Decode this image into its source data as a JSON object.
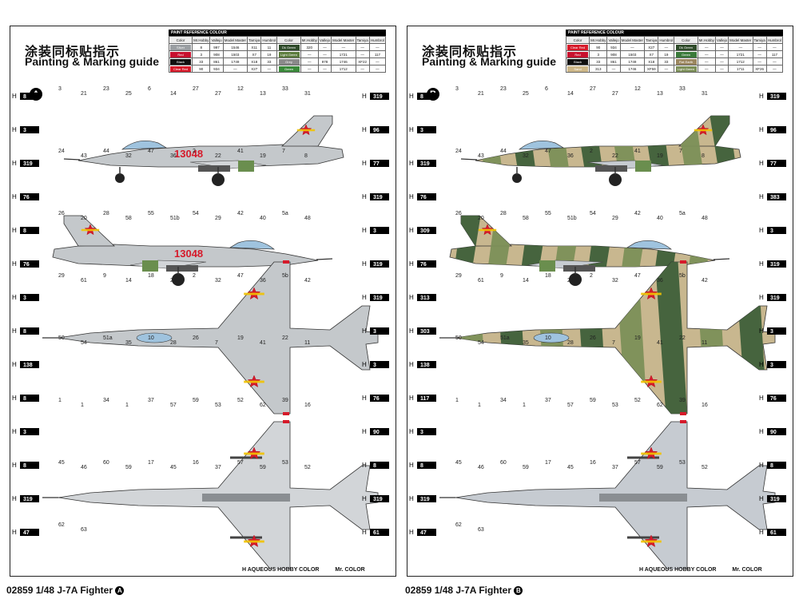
{
  "sheets": [
    {
      "letter": "A",
      "title_cn": "涂装同标贴指示",
      "title_en": "Painting & Marking guide",
      "serial": "13048",
      "scheme": "silver",
      "colors": {
        "body": "#c4c8cb",
        "pattern": "#c4c8cb",
        "pattern2": "#c4c8cb",
        "belly": "#d2d5d8"
      },
      "table": {
        "title": "PAINT REFERENCE COLOUR",
        "headers": [
          "Color",
          "Mr.Hobby",
          "Vallejo",
          "Model Master",
          "Tamiya",
          "Humbrol",
          "Color",
          "Mr.Hobby",
          "Vallejo",
          "Model Master",
          "Tamiya",
          "Humbrol"
        ],
        "rows": [
          {
            "name": "Silver",
            "code": "8",
            "swatch": "#9a9ea2",
            "h": "8",
            "v": "997",
            "mm": "1546",
            "t": "X11",
            "hu": "11",
            "name2": "Dk Green",
            "swatch2": "#2f4b2a",
            "h2": "320",
            "v2": "—",
            "mm2": "—",
            "t2": "—",
            "hu2": "—"
          },
          {
            "name": "Red",
            "code": "3",
            "swatch": "#c8102e",
            "h": "3",
            "v": "908",
            "mm": "1503",
            "t": "X7",
            "hu": "19",
            "name2": "Light Green",
            "swatch2": "#5b7b3c",
            "h2": "—",
            "v2": "—",
            "mm2": "1721",
            "t2": "—",
            "hu2": "117"
          },
          {
            "name": "Black",
            "code": "33",
            "swatch": "#111111",
            "h": "33",
            "v": "861",
            "mm": "1749",
            "t": "X18",
            "hu": "33",
            "name2": "Grey",
            "swatch2": "#8a8a8a",
            "h2": "—",
            "v2": "978",
            "mm2": "1746",
            "t2": "XF22",
            "hu2": "—"
          },
          {
            "name": "Clear Red",
            "code": "90",
            "swatch": "#d61a2a",
            "h": "90",
            "v": "934",
            "mm": "—",
            "t": "X27",
            "hu": "—",
            "name2": "Green",
            "swatch2": "#3a8a3a",
            "h2": "—",
            "v2": "—",
            "mm2": "1712",
            "t2": "—",
            "hu2": "—"
          }
        ]
      },
      "labels": [
        "3",
        "21",
        "23",
        "25",
        "6",
        "14",
        "27",
        "27",
        "12",
        "13",
        "33",
        "31",
        "24",
        "43",
        "44",
        "32",
        "47",
        "36",
        "2",
        "22",
        "41",
        "19",
        "7",
        "8",
        "26",
        "20",
        "28",
        "58",
        "55",
        "51b",
        "54",
        "29",
        "42",
        "40",
        "5a",
        "48",
        "29",
        "61",
        "9",
        "14",
        "18",
        "25",
        "2",
        "32",
        "47",
        "36",
        "5b",
        "42",
        "50",
        "54",
        "51a",
        "35",
        "10",
        "28",
        "26",
        "7",
        "19",
        "41",
        "22",
        "11",
        "1",
        "1",
        "34",
        "1",
        "37",
        "57",
        "59",
        "53",
        "52",
        "62",
        "39",
        "16",
        "45",
        "46",
        "60",
        "59",
        "17",
        "45",
        "16",
        "37",
        "57",
        "59",
        "53",
        "52",
        "62",
        "63"
      ],
      "hcodes": [
        "H 8",
        "H 319",
        "H 3",
        "H 96",
        "H 319",
        "H 77",
        "H 76",
        "H 319",
        "H 8",
        "H 3",
        "H 76",
        "H 319",
        "H 3",
        "H 319",
        "H 8",
        "H 3",
        "H 138",
        "H 3",
        "H 8",
        "H 76",
        "H 3",
        "H 90",
        "H 8",
        "H 8",
        "H 319",
        "H 319",
        "H 47",
        "H 61"
      ]
    },
    {
      "letter": "B",
      "title_cn": "涂装同标贴指示",
      "title_en": "Painting & Marking guide",
      "serial": "",
      "scheme": "camo",
      "colors": {
        "body": "#c8b78f",
        "pattern": "#3f5f3a",
        "pattern2": "#7c8f58",
        "belly": "#c6cbd1"
      },
      "table": {
        "title": "PAINT REFERENCE COLOUR",
        "headers": [
          "Color",
          "Mr.Hobby",
          "Vallejo",
          "Model Master",
          "Tamiya",
          "Humbrol",
          "Color",
          "Mr.Hobby",
          "Vallejo",
          "Model Master",
          "Tamiya",
          "Humbrol"
        ],
        "rows": [
          {
            "name": "Clear Red",
            "code": "90",
            "swatch": "#d61a2a",
            "h": "90",
            "v": "934",
            "mm": "—",
            "t": "X27",
            "hu": "—",
            "name2": "Dk Green",
            "swatch2": "#2f4b2a",
            "h2": "—",
            "v2": "—",
            "mm2": "—",
            "t2": "—",
            "hu2": "—"
          },
          {
            "name": "Red",
            "code": "3",
            "swatch": "#c8102e",
            "h": "3",
            "v": "908",
            "mm": "1503",
            "t": "X7",
            "hu": "19",
            "name2": "Green",
            "swatch2": "#3a7a3a",
            "h2": "—",
            "v2": "—",
            "mm2": "1721",
            "t2": "—",
            "hu2": "117"
          },
          {
            "name": "Black",
            "code": "33",
            "swatch": "#111111",
            "h": "33",
            "v": "861",
            "mm": "1749",
            "t": "X18",
            "hu": "33",
            "name2": "Flat Earth",
            "swatch2": "#9c8760",
            "h2": "—",
            "v2": "—",
            "mm2": "1712",
            "t2": "—",
            "hu2": "—"
          },
          {
            "name": "Sand",
            "code": "313",
            "swatch": "#cdb788",
            "h": "313",
            "v": "—",
            "mm": "1746",
            "t": "XF59",
            "hu": "—",
            "name2": "Light Green",
            "swatch2": "#7c8f58",
            "h2": "—",
            "v2": "—",
            "mm2": "1711",
            "t2": "XF26",
            "hu2": "—"
          }
        ]
      },
      "labels": [
        "3",
        "21",
        "23",
        "25",
        "6",
        "14",
        "27",
        "27",
        "12",
        "13",
        "33",
        "31",
        "24",
        "43",
        "44",
        "32",
        "47",
        "36",
        "2",
        "22",
        "41",
        "19",
        "7",
        "8",
        "26",
        "20",
        "28",
        "58",
        "55",
        "51b",
        "54",
        "29",
        "42",
        "40",
        "5a",
        "48",
        "29",
        "61",
        "9",
        "14",
        "18",
        "25",
        "2",
        "32",
        "47",
        "36",
        "5b",
        "42",
        "50",
        "54",
        "51a",
        "35",
        "10",
        "28",
        "26",
        "7",
        "19",
        "41",
        "22",
        "11",
        "1",
        "1",
        "34",
        "1",
        "37",
        "57",
        "59",
        "53",
        "52",
        "62",
        "39",
        "16",
        "45",
        "46",
        "60",
        "59",
        "17",
        "45",
        "16",
        "37",
        "57",
        "59",
        "53",
        "52",
        "62",
        "63"
      ],
      "hcodes": [
        "H 8",
        "H 319",
        "H 3",
        "H 96",
        "H 319",
        "H 77",
        "H 76",
        "H 383",
        "H 309",
        "H 3",
        "H 76",
        "H 319",
        "H 313",
        "H 319",
        "H 303",
        "H 3",
        "H 138",
        "H 3",
        "H 117",
        "H 76",
        "H 3",
        "H 90",
        "H 8",
        "H 8",
        "H 319",
        "H 319",
        "H 47",
        "H 61"
      ]
    }
  ],
  "footer": {
    "a": {
      "code": "02859",
      "scale": "1/48",
      "name": "J-7A Fighter",
      "letter": "A"
    },
    "b": {
      "code": "02859",
      "scale": "1/48",
      "name": "J-7A Fighter",
      "letter": "B"
    }
  },
  "brand": {
    "left": "H AQUEOUS HOBBY COLOR",
    "right": "Mr. COLOR"
  }
}
